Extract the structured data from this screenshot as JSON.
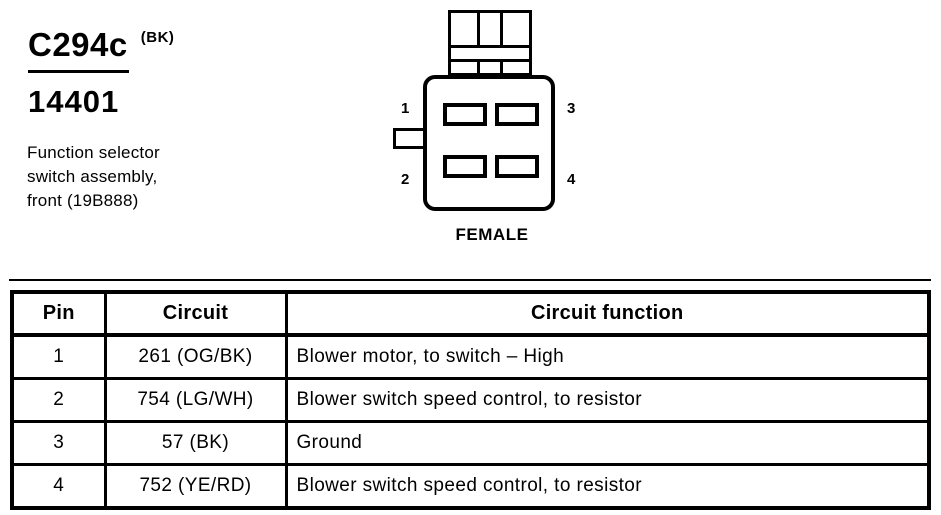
{
  "header": {
    "connector_id": "C294c",
    "color_code": "(BK)",
    "part_number": "14401",
    "description_lines": [
      "Function selector",
      "switch assembly,",
      "front (19B888)"
    ]
  },
  "diagram": {
    "pin_labels": [
      "1",
      "2",
      "3",
      "4"
    ],
    "gender_label": "FEMALE"
  },
  "table": {
    "columns": [
      "Pin",
      "Circuit",
      "Circuit function"
    ],
    "rows": [
      {
        "pin": "1",
        "circuit": "261 (OG/BK)",
        "function": "Blower motor, to switch – High"
      },
      {
        "pin": "2",
        "circuit": "754 (LG/WH)",
        "function": "Blower switch speed control, to resistor"
      },
      {
        "pin": "3",
        "circuit": "57 (BK)",
        "function": "Ground"
      },
      {
        "pin": "4",
        "circuit": "752 (YE/RD)",
        "function": "Blower switch speed control, to resistor"
      }
    ]
  },
  "colors": {
    "ink": "#000000",
    "paper": "#ffffff"
  }
}
